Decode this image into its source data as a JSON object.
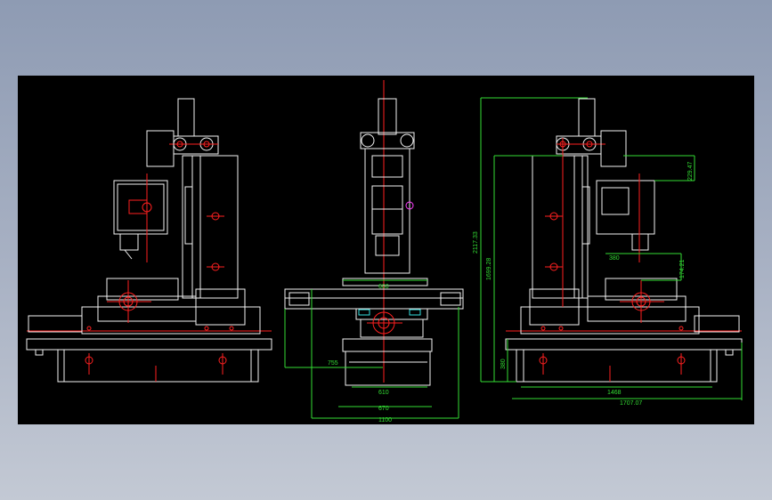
{
  "drawing": {
    "views": [
      "side-view-left",
      "front-view",
      "side-view-right"
    ],
    "colors": {
      "background": "#000000",
      "outline": "#f2f2f2",
      "center": "#ff2020",
      "dimension": "#33dd33",
      "accent": "#ff40ff"
    },
    "front_dims": {
      "d600": "600",
      "d755": "755",
      "d610": "610",
      "d670": "670",
      "d1100": "1100"
    },
    "right_dims": {
      "d2117": "2117.33",
      "d1699": "1699.28",
      "d229": "229.47",
      "d380a": "380",
      "d174": "174.21",
      "d380b": "380",
      "d1468": "1468",
      "d1707": "1707.07"
    }
  }
}
